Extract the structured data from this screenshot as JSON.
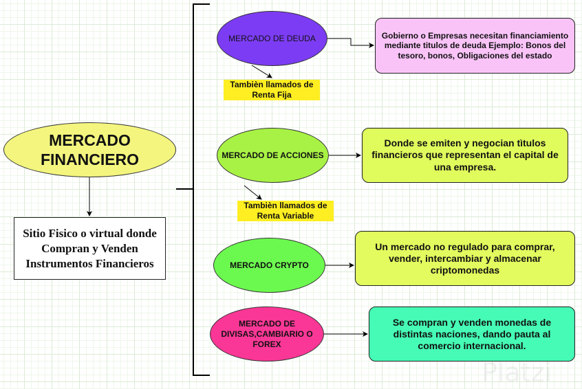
{
  "root": {
    "title": "MERCADO FINANCIERO",
    "color": "#f3f57e"
  },
  "definition": "Sitio Fisico o virtual donde Compran y Venden Instrumentos Financieros",
  "markets": [
    {
      "name": "MERCADO DE DEUDA",
      "color": "#7c3cf3",
      "description": "Gobierno o Empresas necesitan financiamiento mediante titulos de deuda Ejemplo: Bonos del tesoro, bonos, Obligaciones del estado",
      "desc_color": "#f9c3f8",
      "note": "Tambièn llamados de Renta Fija"
    },
    {
      "name": "MERCADO DE ACCIONES",
      "color": "#a8f245",
      "description": "Donde se emiten y negocian tìtulos financieros que representan el capital de una empresa.",
      "desc_color": "#e0fb5c",
      "note": "Tambièn llamados de Renta Variable"
    },
    {
      "name": "MERCADO CRYPTO",
      "color": "#6cf94f",
      "description": "Un mercado no regulado para comprar, vender, intercambiar y almacenar criptomonedas",
      "desc_color": "#e3fb5e"
    },
    {
      "name": "MERCADO DE DIVISAS,CAMBIARIO O FOREX",
      "color": "#fa3796",
      "description": "Se compran y venden  monedas  de distintas  naciones, dando pauta al comercio internacional.",
      "desc_color": "#45fbb5"
    }
  ],
  "watermark": "Platzi"
}
